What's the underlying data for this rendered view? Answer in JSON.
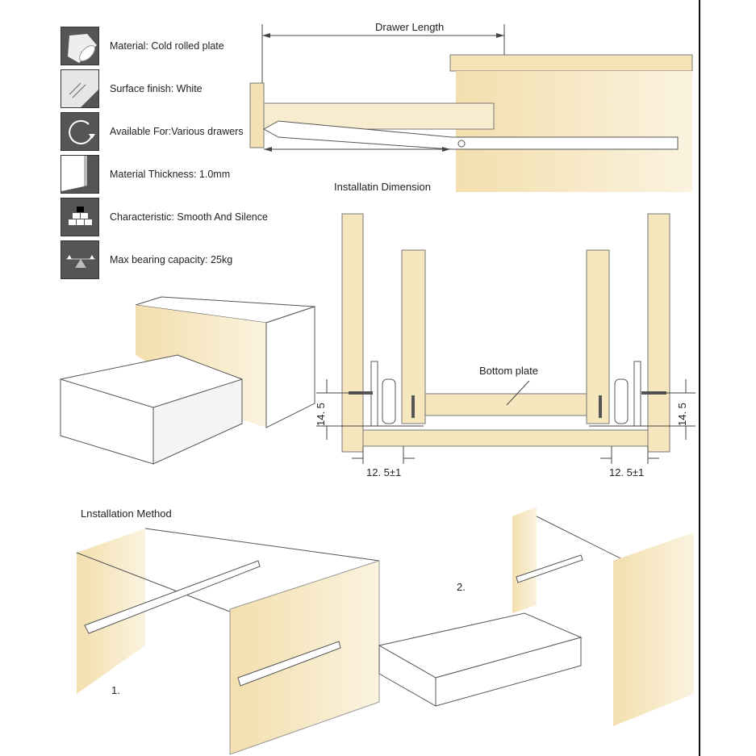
{
  "features": [
    {
      "icon": "cylinder-icon",
      "label": "Material: Cold rolled plate"
    },
    {
      "icon": "glass-surface-icon",
      "label": "Surface finish: White"
    },
    {
      "icon": "rotate-arrow-icon",
      "label": "Available For:Various drawers"
    },
    {
      "icon": "panel-thickness-icon",
      "label": "Material Thickness: 1.0mm"
    },
    {
      "icon": "stacked-blocks-icon",
      "label": "Characteristic: Smooth And Silence"
    },
    {
      "icon": "balance-scale-icon",
      "label": "Max bearing capacity: 25kg"
    }
  ],
  "top_diagram": {
    "dimension_label": "Drawer Length",
    "caption": "Installatin Dimension"
  },
  "cross_section": {
    "bottom_plate_label": "Bottom plate",
    "height_left": "14. 5",
    "height_right": "14. 5",
    "gap_left": "12. 5±1",
    "gap_right": "12. 5±1"
  },
  "installation": {
    "title": "Lnstallation Method",
    "step1": "1.",
    "step2": "2."
  },
  "colors": {
    "wood": "#f6e7c1",
    "icon_bg": "#555555",
    "line": "#444444"
  }
}
